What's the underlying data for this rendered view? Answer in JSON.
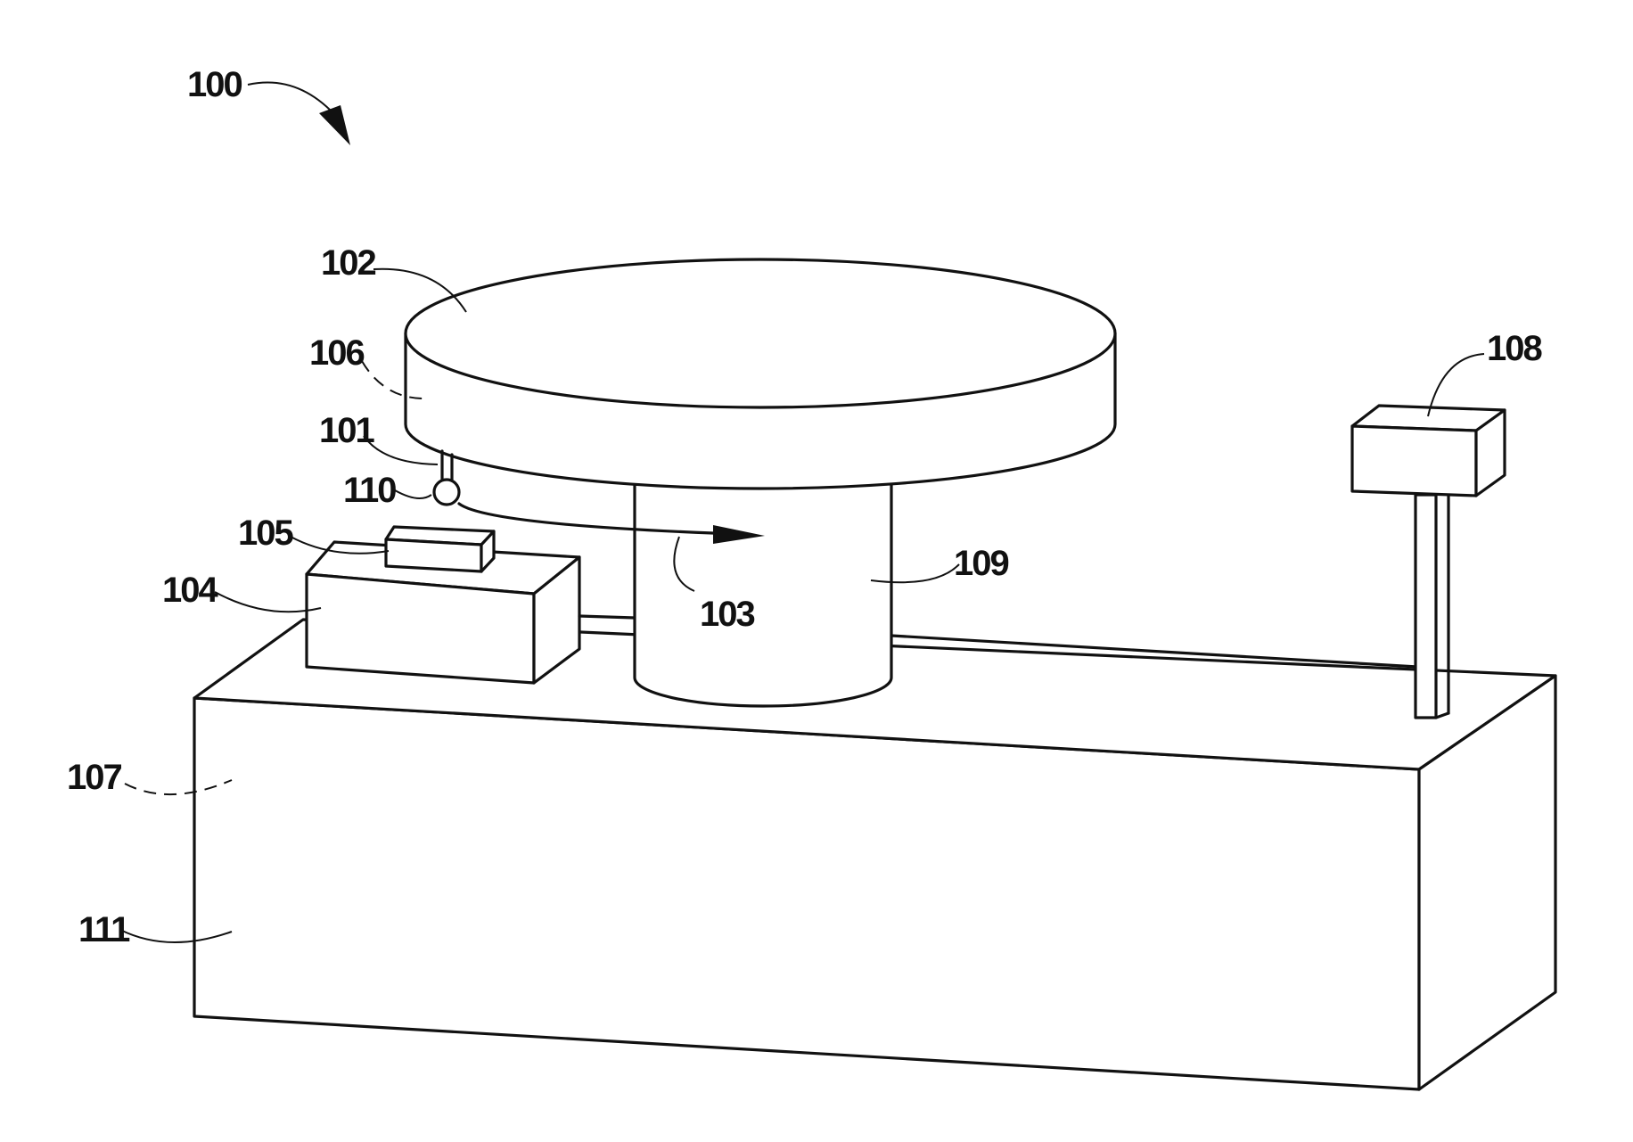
{
  "figure": {
    "labels": {
      "system": "100",
      "probe_stem": "101",
      "platter": "102",
      "motion_arrow": "103",
      "side_box": "104",
      "side_box_top": "105",
      "platter_edge": "106",
      "base_hidden": "107",
      "post_box": "108",
      "spindle": "109",
      "probe_tip": "110",
      "base": "111"
    },
    "colors": {
      "line": "#111111",
      "background": "#ffffff"
    }
  }
}
